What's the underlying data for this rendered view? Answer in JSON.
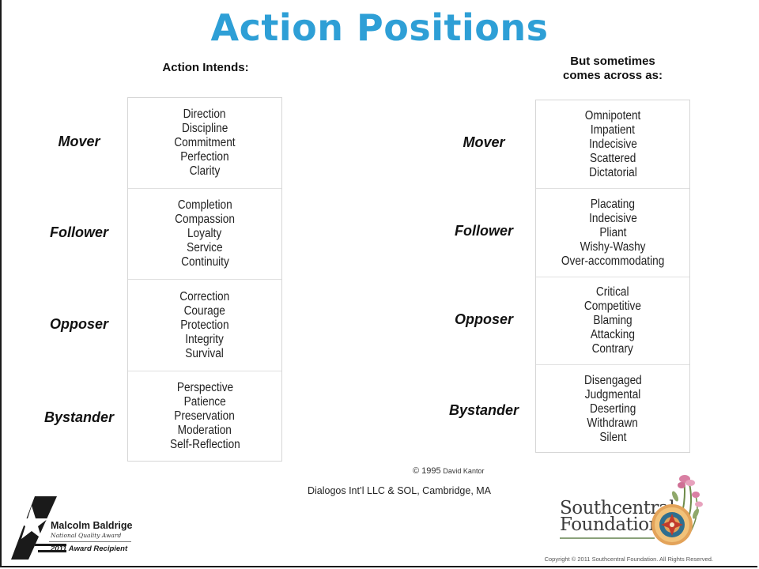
{
  "title": "Action Positions",
  "left_header": "Action Intends:",
  "right_header_line1": "But sometimes",
  "right_header_line2": "comes across as:",
  "roles": [
    "Mover",
    "Follower",
    "Opposer",
    "Bystander"
  ],
  "intends": [
    [
      "Direction",
      "Discipline",
      "Commitment",
      "Perfection",
      "Clarity"
    ],
    [
      "Completion",
      "Compassion",
      "Loyalty",
      "Service",
      "Continuity"
    ],
    [
      "Correction",
      "Courage",
      "Protection",
      "Integrity",
      "Survival"
    ],
    [
      "Perspective",
      "Patience",
      "Preservation",
      "Moderation",
      "Self-Reflection"
    ]
  ],
  "comes_across": [
    [
      "Omnipotent",
      "Impatient",
      "Indecisive",
      "Scattered",
      "Dictatorial"
    ],
    [
      "Placating",
      "Indecisive",
      "Pliant",
      "Wishy-Washy",
      "Over-accommodating"
    ],
    [
      "Critical",
      "Competitive",
      "Blaming",
      "Attacking",
      "Contrary"
    ],
    [
      "Disengaged",
      "Judgmental",
      "Deserting",
      "Withdrawn",
      "Silent"
    ]
  ],
  "attribution_year": "© 1995",
  "attribution_author": "David Kantor",
  "credit": "Dialogos Int’l LLC & SOL, Cambridge, MA",
  "baldrige": {
    "line1": "Malcolm Baldrige",
    "line2": "National Quality Award",
    "line3": "2011 Award Recipient"
  },
  "southcentral": {
    "line1": "Southcentral",
    "line2": "Foundation"
  },
  "copyright": "Copyright © 2011 Southcentral Foundation. All Rights Reserved."
}
